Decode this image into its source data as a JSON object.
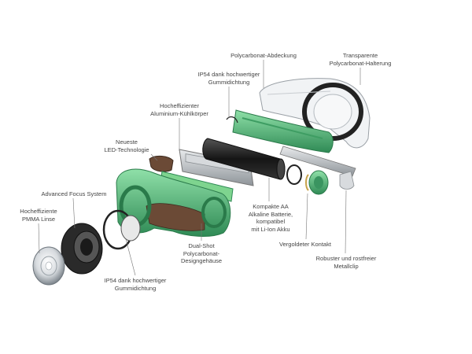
{
  "labels": {
    "polycarbonat_abdeckung": [
      "Polycarbonat-Abdeckung"
    ],
    "transparente_halterung": [
      "Transparente",
      "Polycarbonat-Halterung"
    ],
    "ip54_top": [
      "IP54 dank hochwertiger",
      "Gummidichtung"
    ],
    "kuehlkoerper": [
      "Hocheffizienter",
      "Aluminium-Kühlkörper"
    ],
    "led": [
      "Neueste",
      "LED-Technologie"
    ],
    "focus": [
      "Advanced Focus System"
    ],
    "linse": [
      "Hocheffiziente",
      "PMMA Linse"
    ],
    "ip54_bottom": [
      "IP54 dank hochwertiger",
      "Gummidichtung"
    ],
    "gehaeuse": [
      "Dual-Shot",
      "Polycarbonat-",
      "Designgehäuse"
    ],
    "batterie": [
      "Kompakte AA",
      "Alkaline Batterie,",
      "kompatibel",
      "mit Li-Ion Akku"
    ],
    "kontakt": [
      "Vergoldeter Kontakt"
    ],
    "clip": [
      "Robuster und rostfreier",
      "Metallclip"
    ]
  },
  "colors": {
    "green": "#5fbf83",
    "green_dark": "#2f8a55",
    "brown": "#6b4a36",
    "black": "#1e1e1e",
    "silver": "#bfc3c6",
    "leader": "#777777"
  }
}
